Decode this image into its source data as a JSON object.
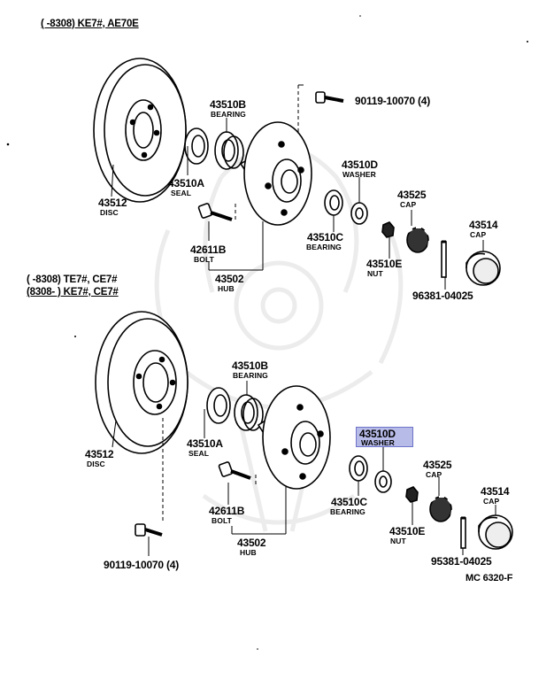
{
  "headers": {
    "top": "(      -8308) KE7#, AE70E",
    "mid_line1": "(      -8308) TE7#, CE7#",
    "mid_line2": "(8308-        ) KE7#, CE7#"
  },
  "upper": {
    "disc": {
      "number": "43512",
      "name": "DISC"
    },
    "bearing_b": {
      "number": "43510B",
      "name": "BEARING"
    },
    "seal": {
      "number": "43510A",
      "name": "SEAL"
    },
    "bolt": {
      "number": "42611B",
      "name": "BOLT"
    },
    "hub": {
      "number": "43502",
      "name": "HUB"
    },
    "screw": {
      "number": "90119-10070 (4)"
    },
    "washer": {
      "number": "43510D",
      "name": "WASHER"
    },
    "bearing_c": {
      "number": "43510C",
      "name": "BEARING"
    },
    "cap_25": {
      "number": "43525",
      "name": "CAP"
    },
    "nut": {
      "number": "43510E",
      "name": "NUT"
    },
    "cap_14": {
      "number": "43514",
      "name": "CAP"
    },
    "pin": {
      "number": "96381-04025"
    }
  },
  "lower": {
    "disc": {
      "number": "43512",
      "name": "DISC"
    },
    "bearing_b": {
      "number": "43510B",
      "name": "BEARING"
    },
    "seal": {
      "number": "43510A",
      "name": "SEAL"
    },
    "bolt": {
      "number": "42611B",
      "name": "BOLT"
    },
    "hub": {
      "number": "43502",
      "name": "HUB"
    },
    "screw": {
      "number": "90119-10070 (4)"
    },
    "washer": {
      "number": "43510D",
      "name": "WASHER"
    },
    "bearing_c": {
      "number": "43510C",
      "name": "BEARING"
    },
    "cap_25": {
      "number": "43525",
      "name": "CAP"
    },
    "nut": {
      "number": "43510E",
      "name": "NUT"
    },
    "cap_14": {
      "number": "43514",
      "name": "CAP"
    },
    "pin": {
      "number": "95381-04025"
    }
  },
  "figure_code": "MC 6320-F",
  "highlight_color": "#b7bbe8"
}
